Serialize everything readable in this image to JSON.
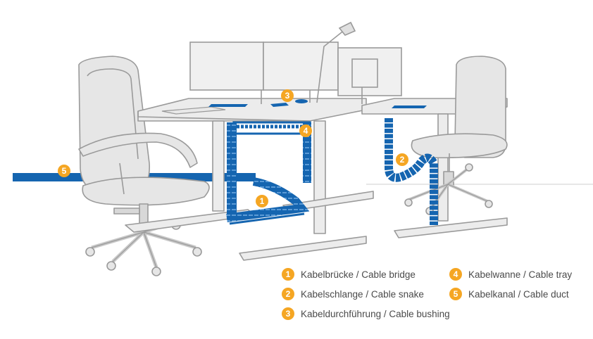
{
  "colors": {
    "accent": "#f5a623",
    "cable": "#1565b0",
    "outline": "#9a9a9a",
    "fill": "#e4e4e4"
  },
  "markers": [
    {
      "id": "1",
      "label": "1"
    },
    {
      "id": "2",
      "label": "2"
    },
    {
      "id": "3",
      "label": "3"
    },
    {
      "id": "4",
      "label": "4"
    },
    {
      "id": "5",
      "label": "5"
    }
  ],
  "legend": [
    {
      "number": "1",
      "text": "Kabelbrücke / Cable bridge"
    },
    {
      "number": "2",
      "text": "Kabelschlange / Cable snake"
    },
    {
      "number": "3",
      "text": "Kabeldurchführung / Cable bushing"
    },
    {
      "number": "4",
      "text": "Kabelwanne / Cable tray"
    },
    {
      "number": "5",
      "text": "Kabelkanal / Cable duct"
    }
  ]
}
